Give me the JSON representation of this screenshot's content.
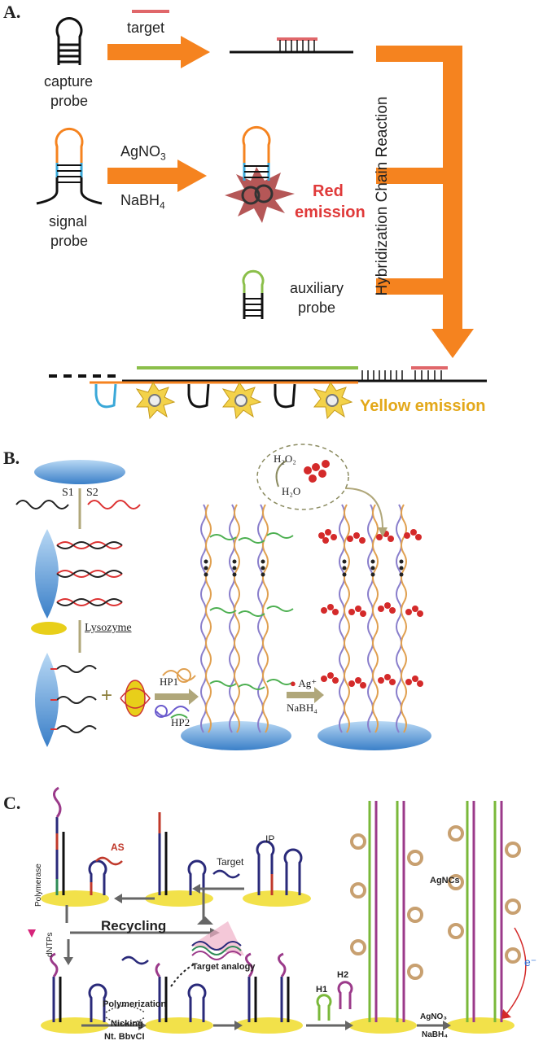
{
  "panel_a": {
    "label": "A.",
    "target": "target",
    "capture_probe_1": "capture",
    "capture_probe_2": "probe",
    "signal_probe_1": "signal",
    "signal_probe_2": "probe",
    "agno3": "AgNO",
    "agno3_sub": "3",
    "nabh4": "NaBH",
    "nabh4_sub": "4",
    "red_emission_1": "Red",
    "red_emission_2": "emission",
    "auxiliary_1": "auxiliary",
    "auxiliary_2": "probe",
    "hcr": "Hybridization Chain Reaction",
    "yellow_emission": "Yellow emission",
    "colors": {
      "orange": "#f5831f",
      "red": "#e03a3a",
      "yellow": "#e3a81a",
      "green": "#8bbf4a",
      "blue": "#3aa8d8"
    }
  },
  "panel_b": {
    "label": "B.",
    "s1": "S1",
    "s2": "S2",
    "lysozyme": "Lysozyme",
    "hp1": "HP1",
    "hp2": "HP2",
    "h2o2": "H₂O₂",
    "h2o": "H₂O",
    "ag": "Ag⁺",
    "nabh4": "NaBH₄"
  },
  "panel_c": {
    "label": "C.",
    "as": "AS",
    "target": "Target",
    "ip": "IP",
    "recycling": "Recycling",
    "polymerase_1": "Polymerase",
    "polymerase_2": "dNTPs",
    "target_analogy": "Target analogy",
    "polymerization": "Polymerization",
    "nicking": "Nicking",
    "nt_bbvci": "Nt. BbvCI",
    "h1": "H1",
    "h2": "H2",
    "agno3": "AgNO₃",
    "nabh4": "NaBH₄",
    "agncs": "AgNCs",
    "electron": "e⁻"
  }
}
